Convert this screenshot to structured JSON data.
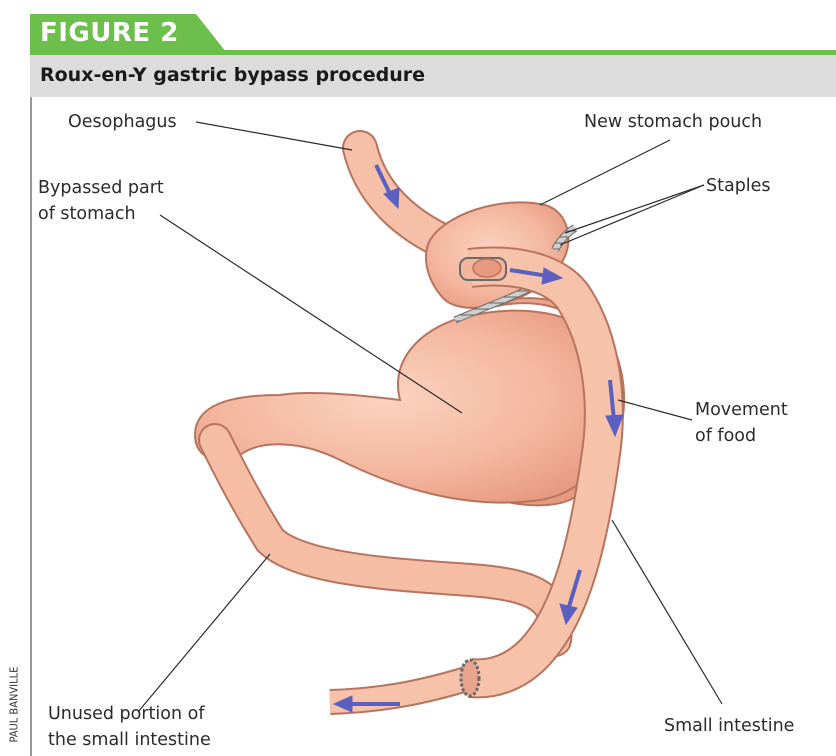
{
  "figure": {
    "tag": "FIGURE 2",
    "title": "Roux-en-Y gastric bypass procedure",
    "credit": "PAUL BANVILLE"
  },
  "labels": {
    "oesophagus": "Oesophagus",
    "new_pouch": "New stomach pouch",
    "bypassed_line1": "Bypassed part",
    "bypassed_line2": "of stomach",
    "staples": "Staples",
    "movement_line1": "Movement",
    "movement_line2": "of food",
    "unused_line1": "Unused portion of",
    "unused_line2": "the small intestine",
    "small_intestine": "Small intestine"
  },
  "colors": {
    "accent_green": "#6cbf4a",
    "title_band": "#dcdcdc",
    "tissue": "#f3b59b",
    "tissue_outline": "#b8735e",
    "arrow": "#5b5fbf"
  }
}
